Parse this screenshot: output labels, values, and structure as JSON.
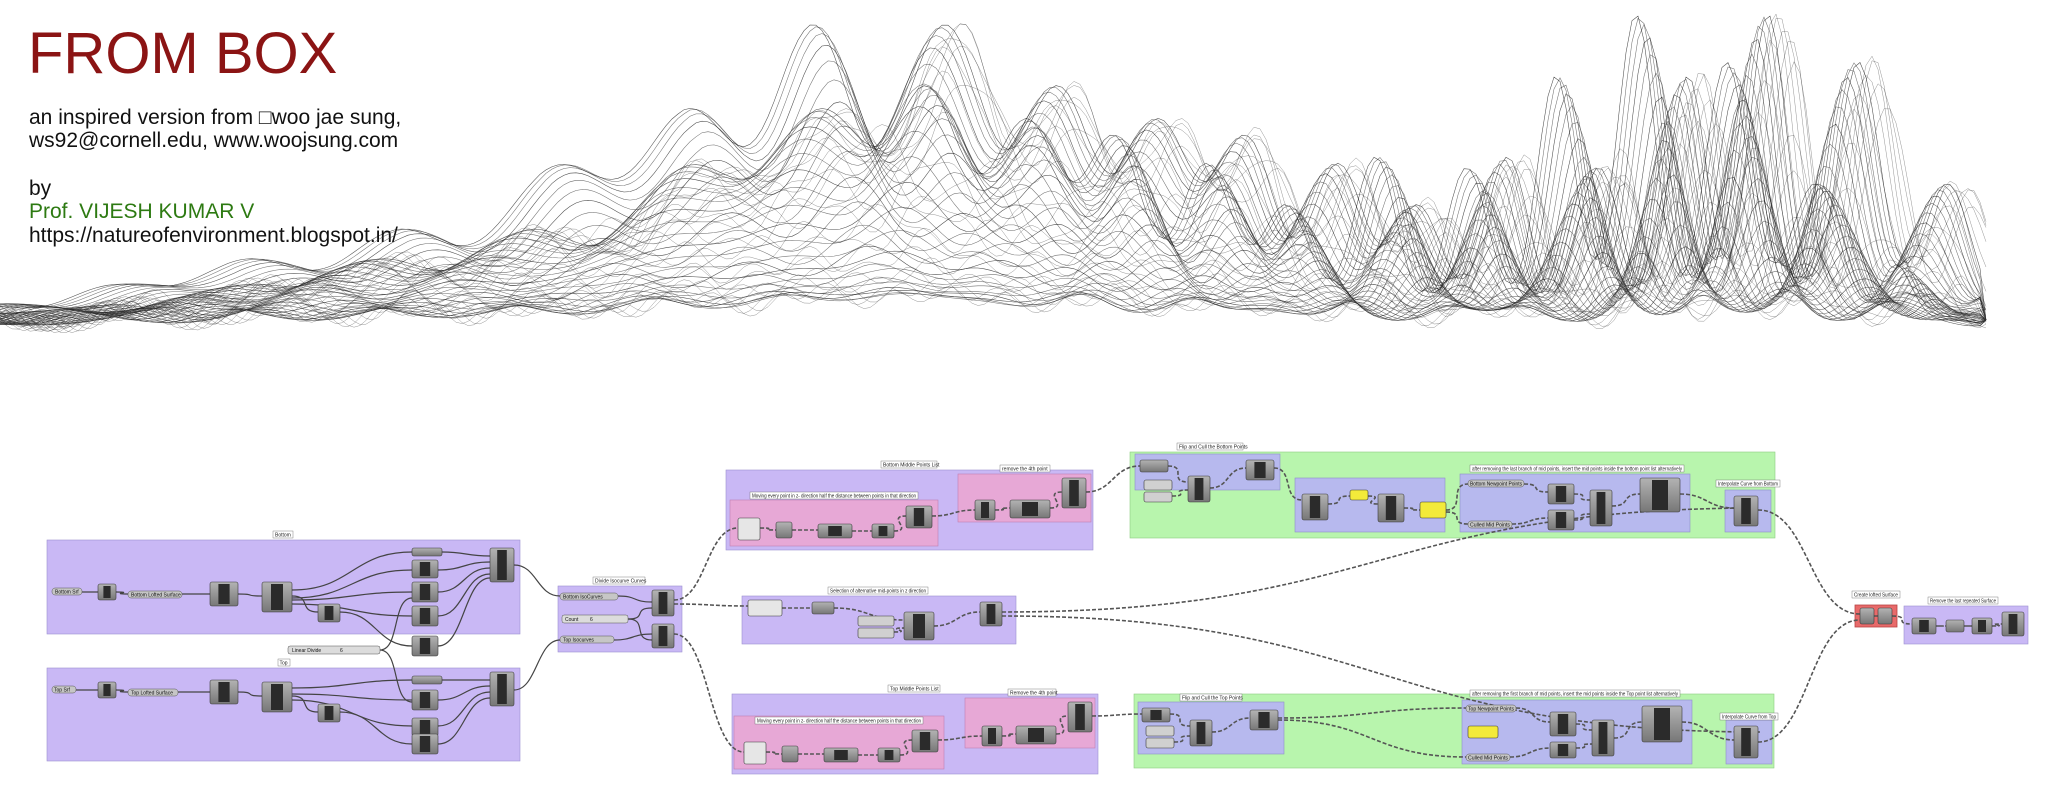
{
  "title": "FROM BOX",
  "credit_line1": "an inspired version from □woo jae sung,",
  "credit_line2": "ws92@cornell.edu, www.woojsung.com",
  "by_label": "by",
  "author": "Prof. VIJESH KUMAR V",
  "blog_url": "https://natureofenvironment.blogspot.in/",
  "colors": {
    "title": "#8b1414",
    "author": "#2d7a12",
    "group_purple": "#c9b8f5",
    "group_pink": "#e7a8d6",
    "group_green": "#b8f5ad",
    "group_blue": "#b7b9ee",
    "group_red": "#e86a6a",
    "component": "#8d8d8d"
  },
  "groups": [
    {
      "id": "bottom",
      "label": "Bottom",
      "color": "purple"
    },
    {
      "id": "top",
      "label": "Top",
      "color": "purple"
    },
    {
      "id": "divide",
      "label": "Divide Isocurve Curves",
      "color": "purple"
    },
    {
      "id": "bot-mid",
      "label": "Bottom Middle Points List",
      "color": "purple"
    },
    {
      "id": "bot-move",
      "label": "Moving every point in z- direction half the distance between points in that direction",
      "color": "pink"
    },
    {
      "id": "bot-rem",
      "label": "remove the 4th point",
      "color": "pink"
    },
    {
      "id": "alt",
      "label": "Selection of alternative mid-points in z direction",
      "color": "purple"
    },
    {
      "id": "top-mid",
      "label": "Top Middle Points List",
      "color": "purple"
    },
    {
      "id": "top-move",
      "label": "Moving every point in z- direction half the distance between points in that direction",
      "color": "pink"
    },
    {
      "id": "top-rem",
      "label": "Remove the 4th point",
      "color": "pink"
    },
    {
      "id": "flip-bot",
      "label": "Flip and Cull the Bottom Points",
      "color": "green"
    },
    {
      "id": "after-bot",
      "label": "after removing the last branch of mid points, insert the mid points inside the bottom point list alternatively",
      "color": "green"
    },
    {
      "id": "interp-bot",
      "label": "Interpolate Curve from Bottom",
      "color": "green"
    },
    {
      "id": "flip-top",
      "label": "Flip and Cull the Top Points",
      "color": "green"
    },
    {
      "id": "after-top",
      "label": "after removing the first branch of mid points, insert the mid points inside the Top point list alternatively",
      "color": "green"
    },
    {
      "id": "interp-top",
      "label": "Interpolate Curve from Top",
      "color": "green"
    },
    {
      "id": "loft",
      "label": "Create lofted Surface",
      "color": "red"
    },
    {
      "id": "remove-rep",
      "label": "Remove the last repeated Surface",
      "color": "purple"
    }
  ],
  "components": {
    "bottom_srf": "Bottom Srf",
    "bottom_lofted": "Bottom Lofted Surface",
    "top_srf": "Top Srf",
    "top_lofted": "Top Lofted Surface",
    "bottom_isocurves": "Bottom IsoCurves",
    "top_isocurves": "Top Isocurves",
    "count_slider_label": "Count",
    "count_slider_value": "6",
    "linear_divide_label": "Linear Divide",
    "linear_divide_value": "6",
    "bottom_newpoints": "Bottom Newpoint Points",
    "culled_points_b": "Culled Mid Points",
    "top_newpoints": "Top Newpoint Points",
    "culled_points_t": "Culled Mid Points"
  }
}
